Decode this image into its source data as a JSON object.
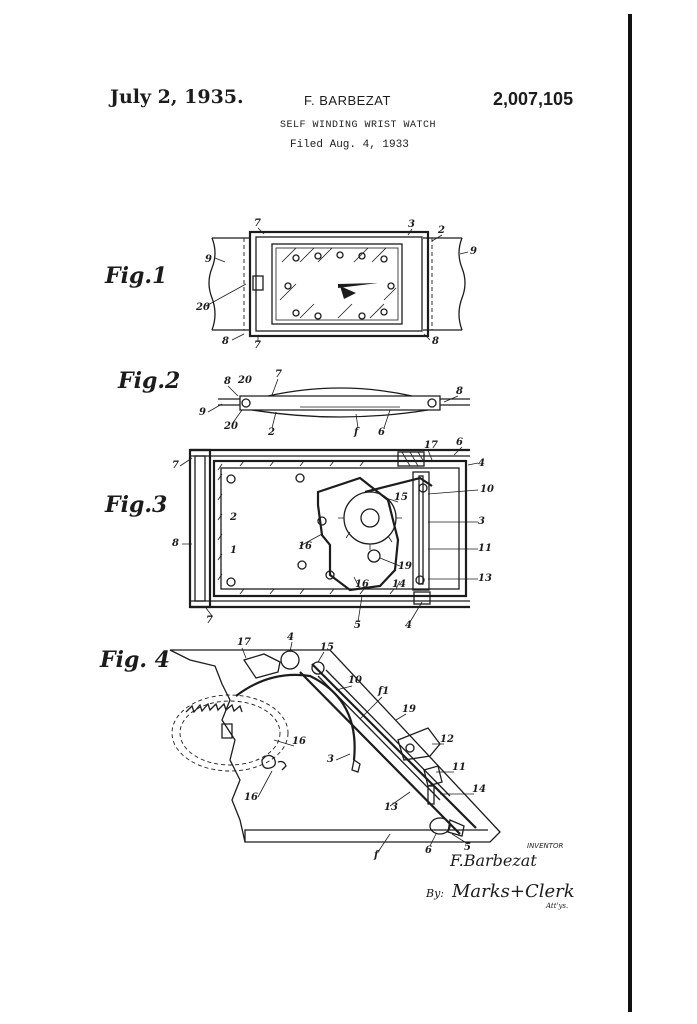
{
  "header": {
    "date": "July 2, 1935.",
    "inventor_name": "F. BARBEZAT",
    "patent_number": "2,007,105",
    "title": "SELF WINDING WRIST WATCH",
    "filed": "Filed Aug. 4, 1933"
  },
  "figures": {
    "fig1": {
      "label": "Fig.1",
      "refs": [
        "7",
        "3",
        "2",
        "9",
        "9",
        "20",
        "8",
        "7",
        "8"
      ]
    },
    "fig2": {
      "label": "Fig.2",
      "refs": [
        "8",
        "20",
        "7",
        "8",
        "9",
        "20",
        "2",
        "f",
        "6"
      ]
    },
    "fig3": {
      "label": "Fig.3",
      "refs": [
        "7",
        "17",
        "6",
        "4",
        "15",
        "10",
        "2",
        "3",
        "8",
        "1",
        "16",
        "11",
        "19",
        "16",
        "14",
        "13",
        "7",
        "5",
        "4"
      ]
    },
    "fig4": {
      "label": "Fig. 4",
      "refs": [
        "17",
        "4",
        "15",
        "10",
        "f1",
        "19",
        "12",
        "16",
        "3",
        "11",
        "14",
        "16",
        "13",
        "5",
        "6",
        "f"
      ]
    }
  },
  "signature": {
    "inventor_caption": "INVENTOR",
    "inventor_signature": "F.Barbezat",
    "by_prefix": "By:",
    "attorney_signature": "Marks+Clerk",
    "attorney_caption": "Att'ys."
  },
  "colors": {
    "ink": "#1c1c1c",
    "paper": "#ffffff"
  }
}
